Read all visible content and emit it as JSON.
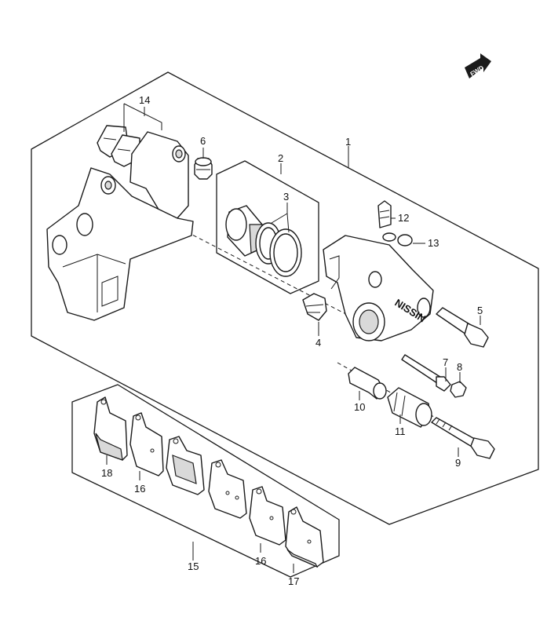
{
  "fwd_badge": "FWD",
  "caliper_marking": "NISSIN",
  "callouts": [
    {
      "id": "c1",
      "text": "1"
    },
    {
      "id": "c2",
      "text": "2"
    },
    {
      "id": "c3",
      "text": "3"
    },
    {
      "id": "c4",
      "text": "4"
    },
    {
      "id": "c5",
      "text": "5"
    },
    {
      "id": "c6",
      "text": "6"
    },
    {
      "id": "c7",
      "text": "7"
    },
    {
      "id": "c8",
      "text": "8"
    },
    {
      "id": "c9",
      "text": "9"
    },
    {
      "id": "c10",
      "text": "10"
    },
    {
      "id": "c11",
      "text": "11"
    },
    {
      "id": "c12",
      "text": "12"
    },
    {
      "id": "c13",
      "text": "13"
    },
    {
      "id": "c14",
      "text": "14"
    },
    {
      "id": "c15",
      "text": "15"
    },
    {
      "id": "c16a",
      "text": "16"
    },
    {
      "id": "c16b",
      "text": "16"
    },
    {
      "id": "c17",
      "text": "17"
    },
    {
      "id": "c18",
      "text": "18"
    }
  ]
}
